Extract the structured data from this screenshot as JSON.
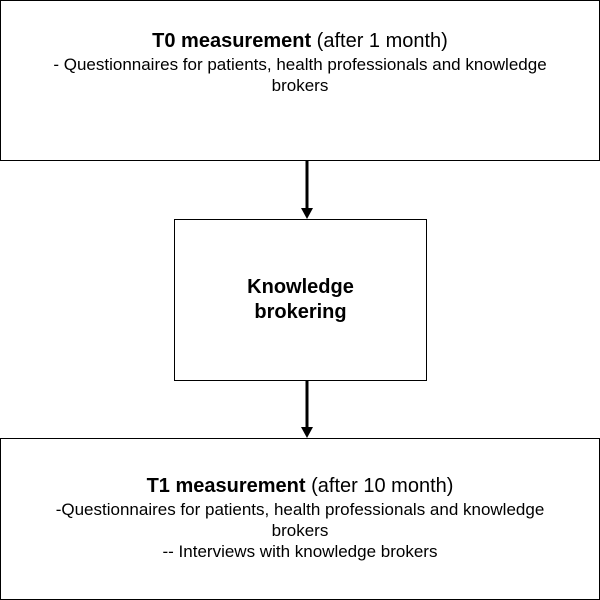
{
  "t0": {
    "title_bold": "T0 measurement",
    "title_rest": " (after 1 month)",
    "details": [
      "- Questionnaires for patients, health professionals and knowledge brokers"
    ]
  },
  "middle": {
    "lines": [
      "Knowledge",
      "brokering"
    ]
  },
  "t1": {
    "title_bold": "T1 measurement",
    "title_rest": " (after 10 month)",
    "details": [
      "-Questionnaires for patients, health professionals and knowledge brokers",
      "-- Interviews with knowledge brokers"
    ]
  },
  "colors": {
    "stroke": "#000000",
    "background": "#ffffff"
  }
}
